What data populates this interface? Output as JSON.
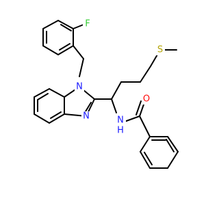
{
  "atom_labels": {
    "fluorine": "F",
    "n_ring_top": "N",
    "n_ring_bottom": "N",
    "sulfur": "S",
    "oxygen": "O",
    "n_amide": "N",
    "n_amide_h": "H"
  },
  "colors": {
    "bond": "#000000",
    "background": "#ffffff",
    "N": "#1a1aff",
    "O": "#ff0d0d",
    "S": "#b3a300",
    "F": "#33cc33"
  }
}
